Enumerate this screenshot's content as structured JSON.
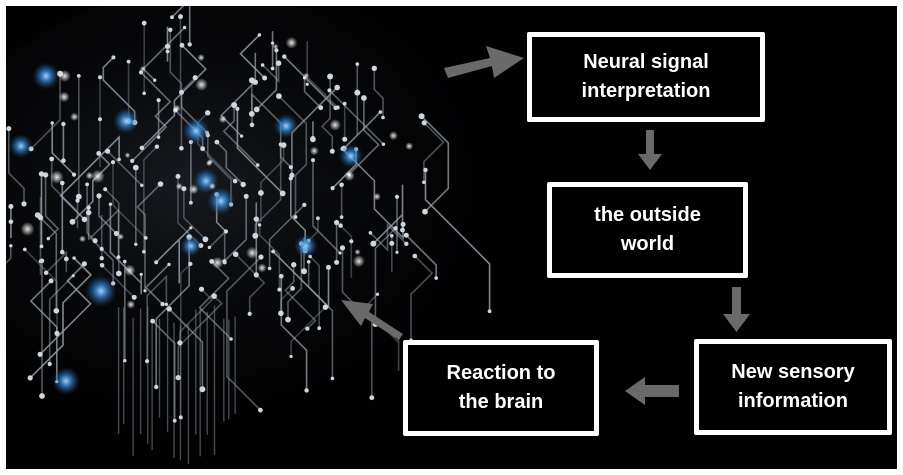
{
  "diagram": {
    "nodes": [
      {
        "id": "interpretation",
        "lines": [
          "Neural signal",
          "interpretation"
        ]
      },
      {
        "id": "world",
        "lines": [
          "the outside",
          "world"
        ]
      },
      {
        "id": "sensory",
        "lines": [
          "New sensory",
          "information"
        ]
      },
      {
        "id": "reaction",
        "lines": [
          "Reaction to",
          "the brain"
        ]
      }
    ],
    "colors": {
      "background": "#020203",
      "box_border": "#ffffff",
      "text": "#ffffff",
      "arrow": "#6a6a6a",
      "circuit": "#9aa3ad",
      "glow": "#4da6ff"
    }
  }
}
